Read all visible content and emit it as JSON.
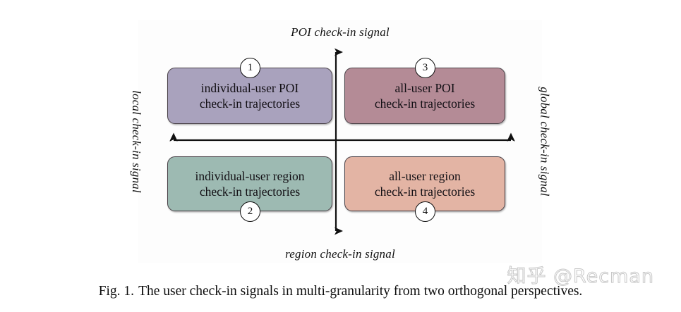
{
  "figure": {
    "axes": {
      "top_label": "POI check-in signal",
      "bottom_label": "region check-in signal",
      "left_label": "local check-in signal",
      "right_label": "global check-in signal"
    },
    "quadrants": [
      {
        "id": "1",
        "badge": "1",
        "badge_position": "top",
        "line1": "individual-user POI",
        "line2": "check-in trajectories",
        "color": "#a9a2bd"
      },
      {
        "id": "3",
        "badge": "3",
        "badge_position": "top",
        "line1": "all-user POI",
        "line2": "check-in trajectories",
        "color": "#b48b96"
      },
      {
        "id": "2",
        "badge": "2",
        "badge_position": "bottom",
        "line1": "individual-user region",
        "line2": "check-in trajectories",
        "color": "#9dbab2"
      },
      {
        "id": "4",
        "badge": "4",
        "badge_position": "bottom",
        "line1": "all-user region",
        "line2": "check-in trajectories",
        "color": "#e3b4a4"
      }
    ]
  },
  "caption": {
    "number": "Fig. 1.",
    "text": "The user check-in signals in multi-granularity from two orthogonal perspectives."
  },
  "watermark": {
    "text": "知乎 @Recman"
  }
}
